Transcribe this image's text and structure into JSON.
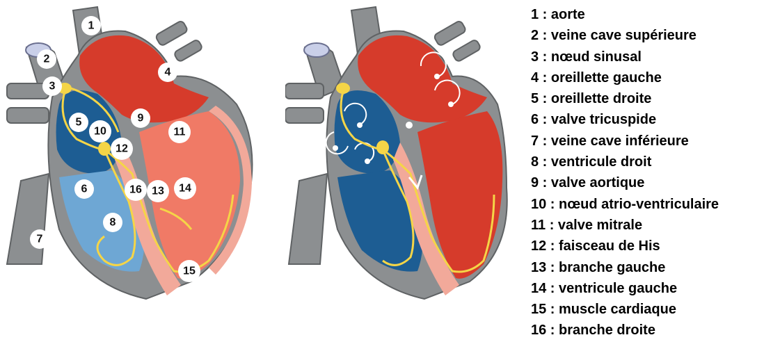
{
  "legend": [
    {
      "num": "1",
      "label": "1 : aorte"
    },
    {
      "num": "2",
      "label": "2 : veine cave supérieure"
    },
    {
      "num": "3",
      "label": "3 : nœud sinusal"
    },
    {
      "num": "4",
      "label": "4 : oreillette gauche"
    },
    {
      "num": "5",
      "label": "5 : oreillette droite"
    },
    {
      "num": "6",
      "label": "6 : valve tricuspide"
    },
    {
      "num": "7",
      "label": "7 : veine cave inférieure"
    },
    {
      "num": "8",
      "label": "8 : ventricule droit"
    },
    {
      "num": "9",
      "label": "9 : valve aortique"
    },
    {
      "num": "10",
      "label": "10 : nœud atrio-ventriculaire"
    },
    {
      "num": "11",
      "label": "11 : valve mitrale"
    },
    {
      "num": "12",
      "label": "12 : faisceau de His"
    },
    {
      "num": "13",
      "label": "13 : branche gauche"
    },
    {
      "num": "14",
      "label": "14 : ventricule gauche"
    },
    {
      "num": "15",
      "label": "15 : muscle cardiaque"
    },
    {
      "num": "16",
      "label": "16 : branche droite"
    }
  ],
  "colors": {
    "vessel_gray": "#8c8f91",
    "vessel_dark": "#5f6264",
    "right_heart_blue": "#1d5d93",
    "right_heart_light": "#6ea7d4",
    "left_heart_red": "#d63b2b",
    "left_heart_light": "#f07a66",
    "muscle_pink": "#f2a99a",
    "conduction_yellow": "#f5d547"
  }
}
